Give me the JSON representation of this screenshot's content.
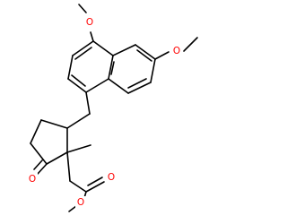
{
  "colors": {
    "background": "#ffffff",
    "bond": "#000000",
    "oxygen": "#ff0000"
  },
  "atoms": [
    {
      "id": "o-methoxy-top",
      "label": "O"
    },
    {
      "id": "o-methoxy-right",
      "label": "O"
    },
    {
      "id": "o-ketone",
      "label": "O"
    },
    {
      "id": "o-ester-carbonyl",
      "label": "O"
    },
    {
      "id": "o-ester-alkoxy",
      "label": "O"
    }
  ]
}
